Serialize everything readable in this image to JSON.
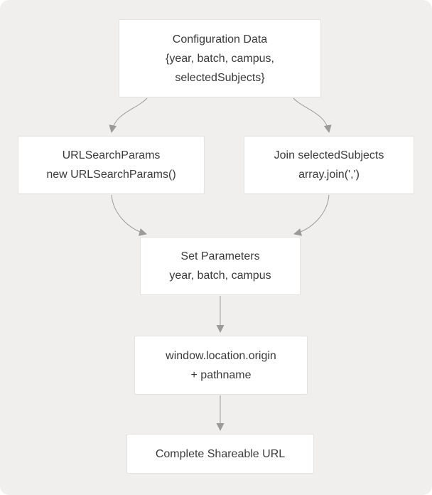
{
  "colors": {
    "page_bg": "#ffffff",
    "canvas_bg": "#f0efed",
    "node_bg": "#ffffff",
    "node_border": "#e4e2df",
    "arrow": "#9a9a9a",
    "text": "#3a3a3a"
  },
  "diagram": {
    "type": "flowchart",
    "direction": "top-down"
  },
  "nodes": {
    "config": {
      "lines": [
        "Configuration Data",
        "{year, batch, campus,",
        "selectedSubjects}"
      ]
    },
    "urlsearchparams": {
      "lines": [
        "URLSearchParams",
        "new URLSearchParams()"
      ]
    },
    "join": {
      "lines": [
        "Join selectedSubjects",
        "array.join(',')"
      ]
    },
    "setparams": {
      "lines": [
        "Set Parameters",
        "year, batch, campus"
      ]
    },
    "origin": {
      "lines": [
        "window.location.origin",
        "+ pathname"
      ]
    },
    "complete": {
      "lines": [
        "Complete Shareable URL"
      ]
    }
  },
  "edges": [
    {
      "from": "config",
      "to": "urlsearchparams"
    },
    {
      "from": "config",
      "to": "join"
    },
    {
      "from": "urlsearchparams",
      "to": "setparams"
    },
    {
      "from": "join",
      "to": "setparams"
    },
    {
      "from": "setparams",
      "to": "origin"
    },
    {
      "from": "origin",
      "to": "complete"
    }
  ]
}
